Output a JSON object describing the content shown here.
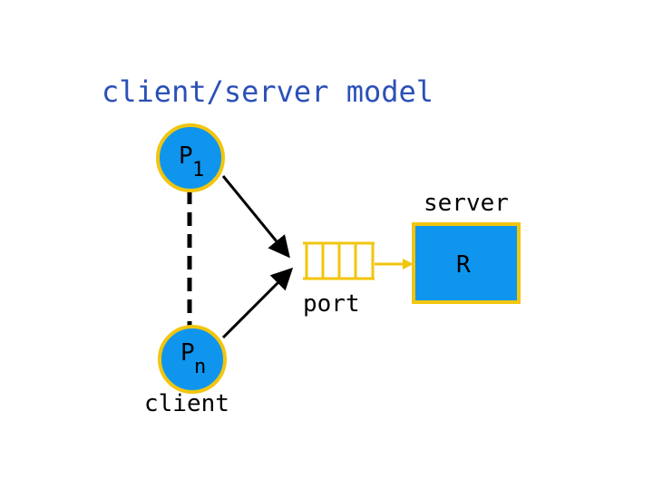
{
  "title": "client/server model",
  "process_1": {
    "letter": "P",
    "subscript": "1"
  },
  "process_n": {
    "letter": "P",
    "subscript": "n"
  },
  "server": {
    "caption": "server",
    "label": "R"
  },
  "port_caption": "port",
  "client_caption": "client",
  "colors": {
    "node_fill": "#0f95ee",
    "node_border": "#f2c50e",
    "title_text": "#2b50b8",
    "text": "#000000",
    "line": "#000000"
  }
}
